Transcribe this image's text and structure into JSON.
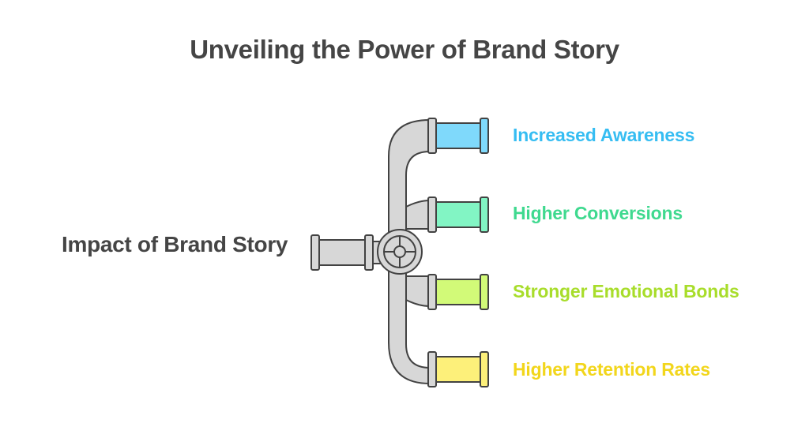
{
  "title": "Unveiling the Power of Brand Story",
  "source": {
    "label": "Impact of Brand Story",
    "icon": "valve-icon"
  },
  "outputs": [
    {
      "label": "Increased Awareness",
      "color": "#7fd9fb",
      "text_color": "#36bdf2"
    },
    {
      "label": "Higher Conversions",
      "color": "#82f5c4",
      "text_color": "#3fd98f"
    },
    {
      "label": "Stronger Emotional Bonds",
      "color": "#d2fa78",
      "text_color": "#a8dd2b"
    },
    {
      "label": "Higher Retention Rates",
      "color": "#fdf07a",
      "text_color": "#f2d61c"
    }
  ],
  "colors": {
    "pipe": "#d7d7d7",
    "outline": "#424242",
    "text": "#454545"
  }
}
